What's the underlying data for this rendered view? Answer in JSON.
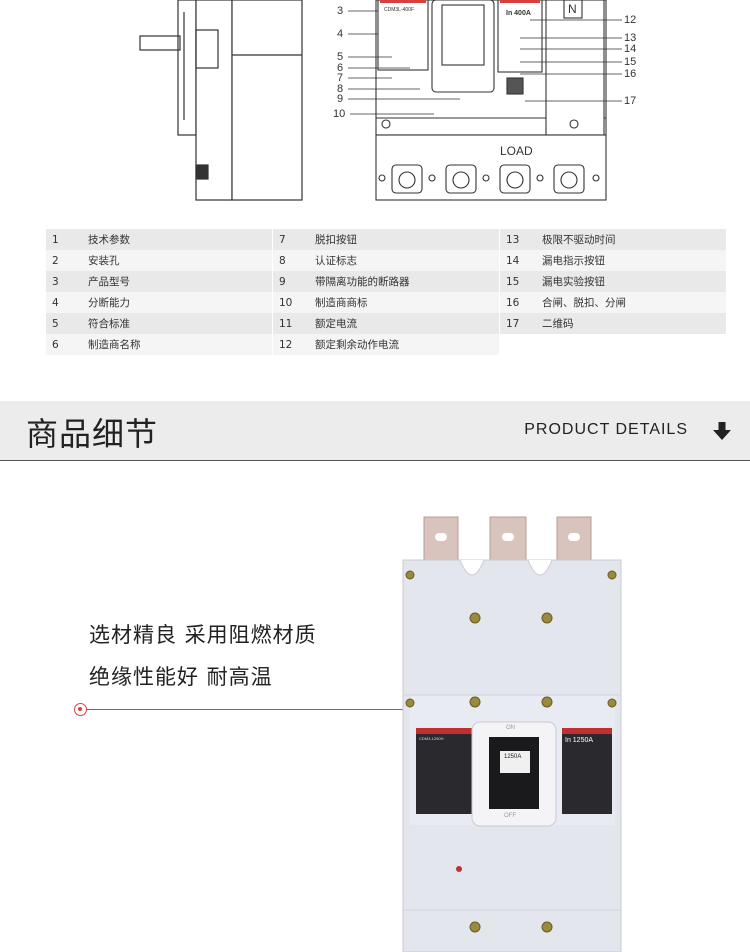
{
  "diagram": {
    "callouts_left": [
      "3",
      "4",
      "5",
      "6",
      "7",
      "8",
      "9",
      "10"
    ],
    "callouts_right": [
      "12",
      "13",
      "14",
      "15",
      "16",
      "17"
    ],
    "load_label": "LOAD",
    "rating_label": "In 400A",
    "model_label": "CDM3L-400F",
    "n_mark": "N"
  },
  "parts": {
    "col1": [
      {
        "num": "1",
        "text": "技术参数"
      },
      {
        "num": "2",
        "text": "安装孔"
      },
      {
        "num": "3",
        "text": "产品型号"
      },
      {
        "num": "4",
        "text": "分断能力"
      },
      {
        "num": "5",
        "text": "符合标准"
      },
      {
        "num": "6",
        "text": "制造商名称"
      }
    ],
    "col2": [
      {
        "num": "7",
        "text": "脱扣按钮"
      },
      {
        "num": "8",
        "text": "认证标志"
      },
      {
        "num": "9",
        "text": "带隔离功能的断路器"
      },
      {
        "num": "10",
        "text": "制造商商标"
      },
      {
        "num": "11",
        "text": "额定电流"
      },
      {
        "num": "12",
        "text": "额定剩余动作电流"
      }
    ],
    "col3": [
      {
        "num": "13",
        "text": "极限不驱动时间"
      },
      {
        "num": "14",
        "text": "漏电指示按钮"
      },
      {
        "num": "15",
        "text": "漏电实验按钮"
      },
      {
        "num": "16",
        "text": "合闸、脱扣、分闸"
      },
      {
        "num": "17",
        "text": "二维码"
      }
    ]
  },
  "section": {
    "title": "商品细节",
    "subtitle": "PRODUCT DETAILS"
  },
  "feature": {
    "line1": "选材精良 采用阻燃材质",
    "line2": "绝缘性能好 耐高温"
  },
  "product": {
    "rating": "In 1250A",
    "handle_rating": "1250A",
    "on_label": "ON",
    "off_label": "OFF",
    "model": "CDM3-1250H"
  },
  "colors": {
    "accent_red": "#d84040",
    "header_bg": "#ececec",
    "breaker_body": "#e4e6ee"
  }
}
